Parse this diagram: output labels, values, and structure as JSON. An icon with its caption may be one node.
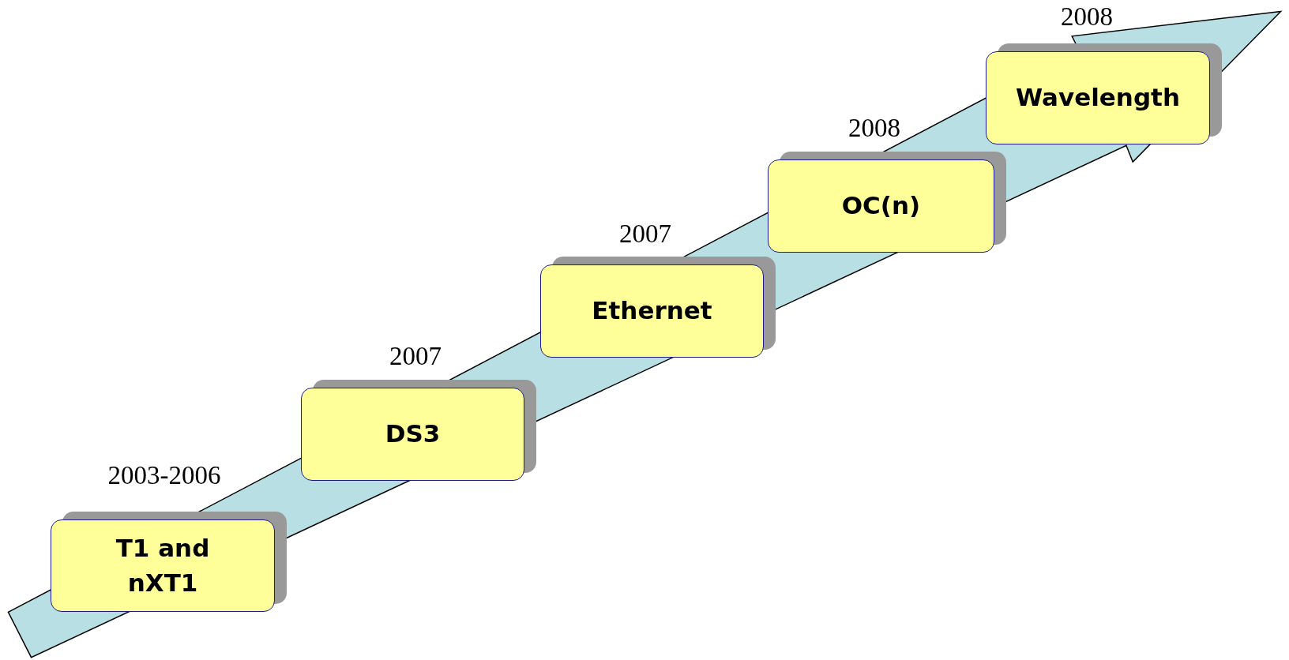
{
  "diagram": {
    "nodes": [
      {
        "text": [
          "T1 and nXT1"
        ],
        "beside": [
          "2003-2006"
        ]
      },
      {
        "text": [
          "DS3"
        ],
        "beside": [
          "2007"
        ]
      },
      {
        "text": [
          "Ethernet"
        ],
        "beside": [
          "2007"
        ]
      },
      {
        "text": [
          "OC(n)"
        ],
        "beside": [
          "2008"
        ]
      },
      {
        "text": [
          "Wavelength"
        ],
        "beside": [
          "2008"
        ]
      }
    ]
  }
}
